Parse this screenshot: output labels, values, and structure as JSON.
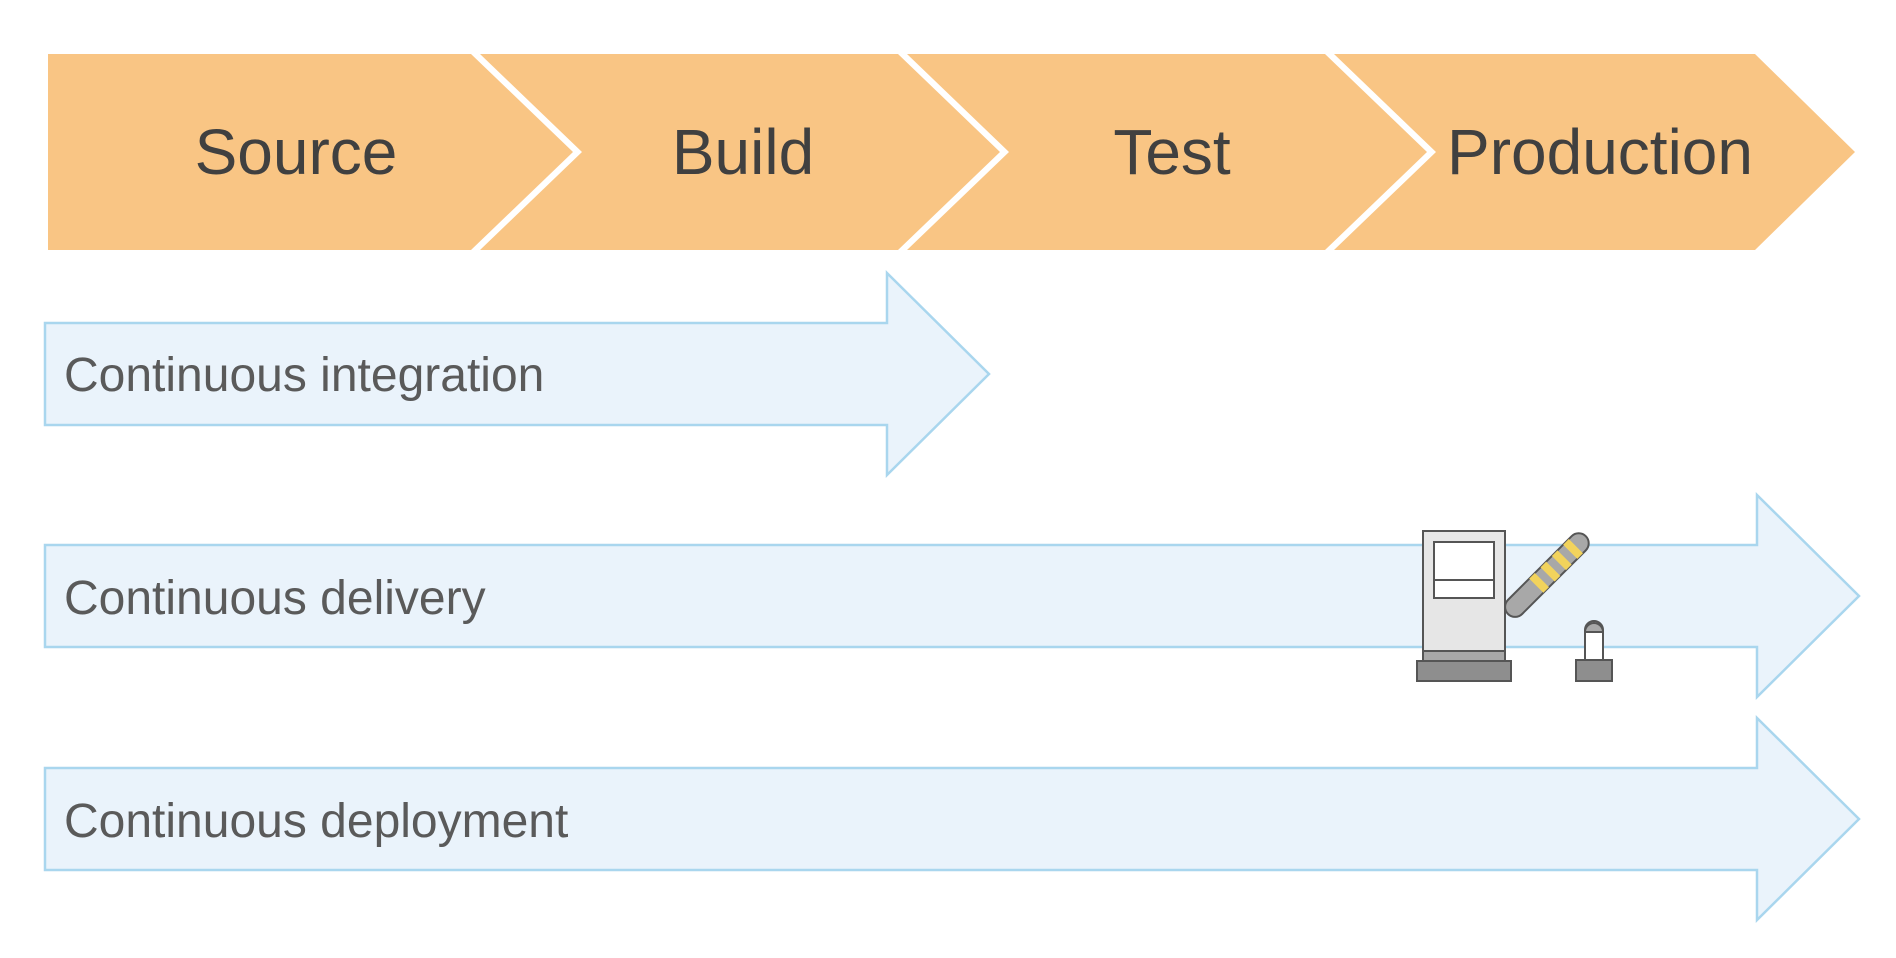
{
  "colors": {
    "stage_fill": "#f9c584",
    "stage_text": "#404040",
    "arrow_fill": "#eaf3fb",
    "arrow_stroke": "#a9d6ee",
    "arrow_text": "#5a5a5a",
    "gate_accent": "#f2d35c"
  },
  "stages": [
    {
      "label": "Source"
    },
    {
      "label": "Build"
    },
    {
      "label": "Test"
    },
    {
      "label": "Production"
    }
  ],
  "flows": [
    {
      "label": "Continuous integration",
      "extends_through": "Build"
    },
    {
      "label": "Continuous delivery",
      "extends_through": "Production",
      "manual_gate": true
    },
    {
      "label": "Continuous deployment",
      "extends_through": "Production"
    }
  ],
  "gate": {
    "icon": "toll-barrier-gate-icon"
  }
}
